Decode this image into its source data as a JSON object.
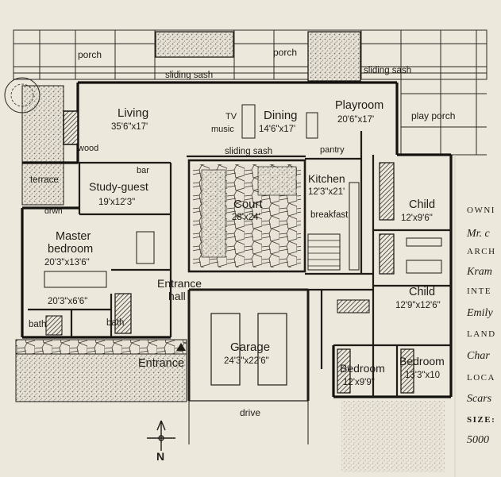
{
  "rooms": {
    "porch_left": "porch",
    "porch_right": "porch",
    "sliding_sash_top": "sliding sash",
    "sliding_sash_top_right": "sliding sash",
    "living": "Living",
    "living_dim": "35'6\"x17'",
    "wood": "wood",
    "tv": "TV",
    "music": "music",
    "dining": "Dining",
    "dining_dim": "14'6\"x17'",
    "playroom": "Playroom",
    "playroom_dim": "20'6\"x17'",
    "play_porch": "play porch",
    "sliding_sash_mid": "sliding sash",
    "pantry": "pantry",
    "bar": "bar",
    "terrace": "terrace",
    "study_guest": "Study-guest",
    "study_guest_dim": "19'x12'3\"",
    "court": "Court",
    "court_dim": "28'x24'",
    "kitchen": "Kitchen",
    "kitchen_dim": "12'3\"x21'",
    "breakfast": "breakfast",
    "drwn": "drwn",
    "child_1": "Child",
    "child_1_dim": "12'x9'6\"",
    "master_bedroom_1": "Master",
    "master_bedroom_2": "bedroom",
    "master_bedroom_dim": "20'3\"x13'6\"",
    "dressing_dim": "20'3\"x6'6\"",
    "entrance_hall_1": "Entrance",
    "entrance_hall_2": "hall",
    "child_2": "Child",
    "child_2_dim": "12'9\"x12'6\"",
    "bath_1": "bath",
    "bath_2": "bath",
    "garage": "Garage",
    "garage_dim": "24'3\"x22'6\"",
    "entrance": "Entrance",
    "bedroom_1": "Bedroom",
    "bedroom_1_dim": "12'x9'9\"",
    "bedroom_2": "Bedroom",
    "bedroom_2_dim": "13'3\"x10",
    "drive": "drive",
    "north": "N"
  },
  "sidebar": {
    "owner_label": "OWNI",
    "owner_value": "Mr. c",
    "architect_label": "ARCH",
    "architect_value": "Kram",
    "interior_label": "INTE",
    "interior_value": "Emily",
    "landscape_label": "LAND",
    "landscape_value": "Char",
    "location_label": "LOCA",
    "location_value": "Scars",
    "size_label": "SIZE:",
    "size_value": "5000"
  },
  "colors": {
    "paper": "#ede8dc",
    "ink": "#1f1c18",
    "stipple": "#8d8a82"
  }
}
